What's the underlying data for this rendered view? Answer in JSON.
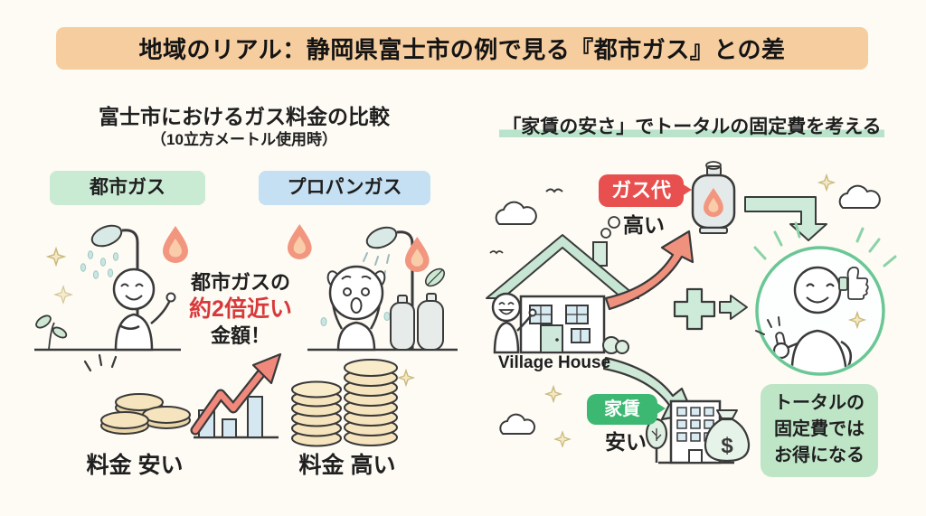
{
  "banner": {
    "title": "地域のリアル：静岡県富士市の例で見る『都市ガス』との差"
  },
  "left_panel": {
    "heading": "富士市におけるガス料金の比較",
    "subheading": "（10立方メートル使用時）",
    "city_gas_badge": "都市ガス",
    "propane_gas_badge": "プロパンガス",
    "note": {
      "line1": "都市ガスの",
      "line2": "約2倍近い",
      "line3": "金額！"
    },
    "city_gas_caption": "料金 安い",
    "propane_gas_caption": "料金 高い"
  },
  "right_panel": {
    "heading": "「家賃の安さ」でトータルの固定費を考える",
    "gas_bubble": "ガス代",
    "gas_caption": "高い",
    "house_caption": "Village House",
    "rent_bubble": "家賃",
    "rent_caption": "安い",
    "money_symbol": "$",
    "conclusion": {
      "line1": "トータルの",
      "line2": "固定費では",
      "line3": "お得になる"
    }
  },
  "colors": {
    "background": "#FDFBF4",
    "banner_bg": "#F6CD9F",
    "city_gas_badge_bg": "#C9EAD3",
    "propane_badge_bg": "#C5E0F3",
    "highlight_underline": "#B9E3CB",
    "accent_red": "#D8393B",
    "bubble_red_bg": "#E8504F",
    "bubble_green_bg": "#3DB873",
    "conclusion_bg": "#BFE5C7",
    "circle_green": "#6AC795",
    "flame_orange": "#F2967F",
    "coin_beige": "#F5E4BE",
    "bar_blue": "#D5E7F0"
  }
}
